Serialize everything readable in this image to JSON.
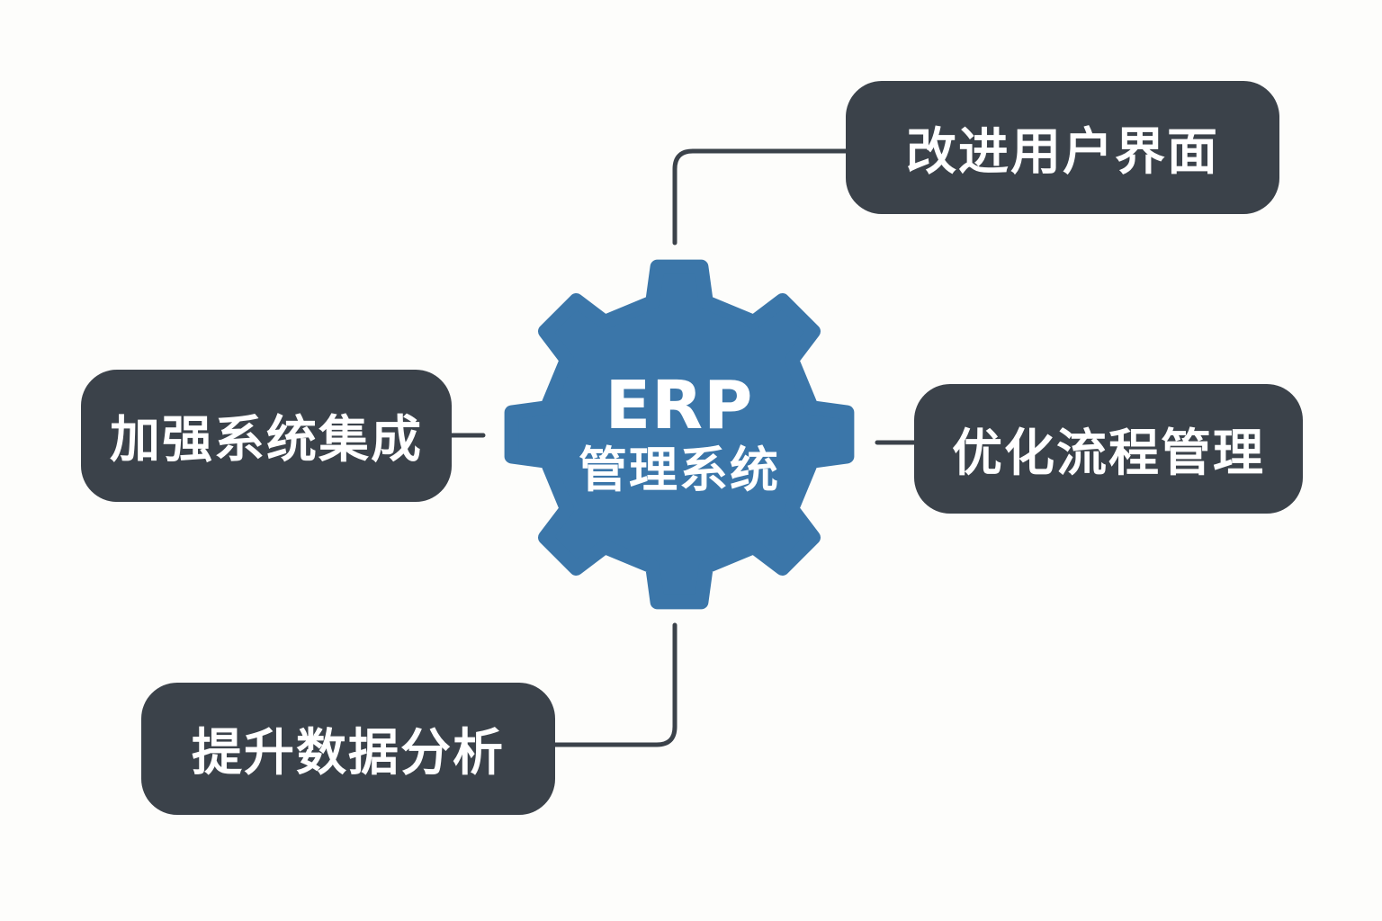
{
  "colors": {
    "background": "#fdfdfb",
    "gear": "#3b76a9",
    "node": "#3b424a",
    "connector": "#3b424a",
    "text": "#ffffff"
  },
  "center": {
    "title": "ERP",
    "subtitle": "管理系统",
    "icon": "gear-icon"
  },
  "nodes": {
    "ui": {
      "label": "改进用户界面"
    },
    "integration": {
      "label": "加强系统集成"
    },
    "process": {
      "label": "优化流程管理"
    },
    "analytics": {
      "label": "提升数据分析"
    }
  }
}
